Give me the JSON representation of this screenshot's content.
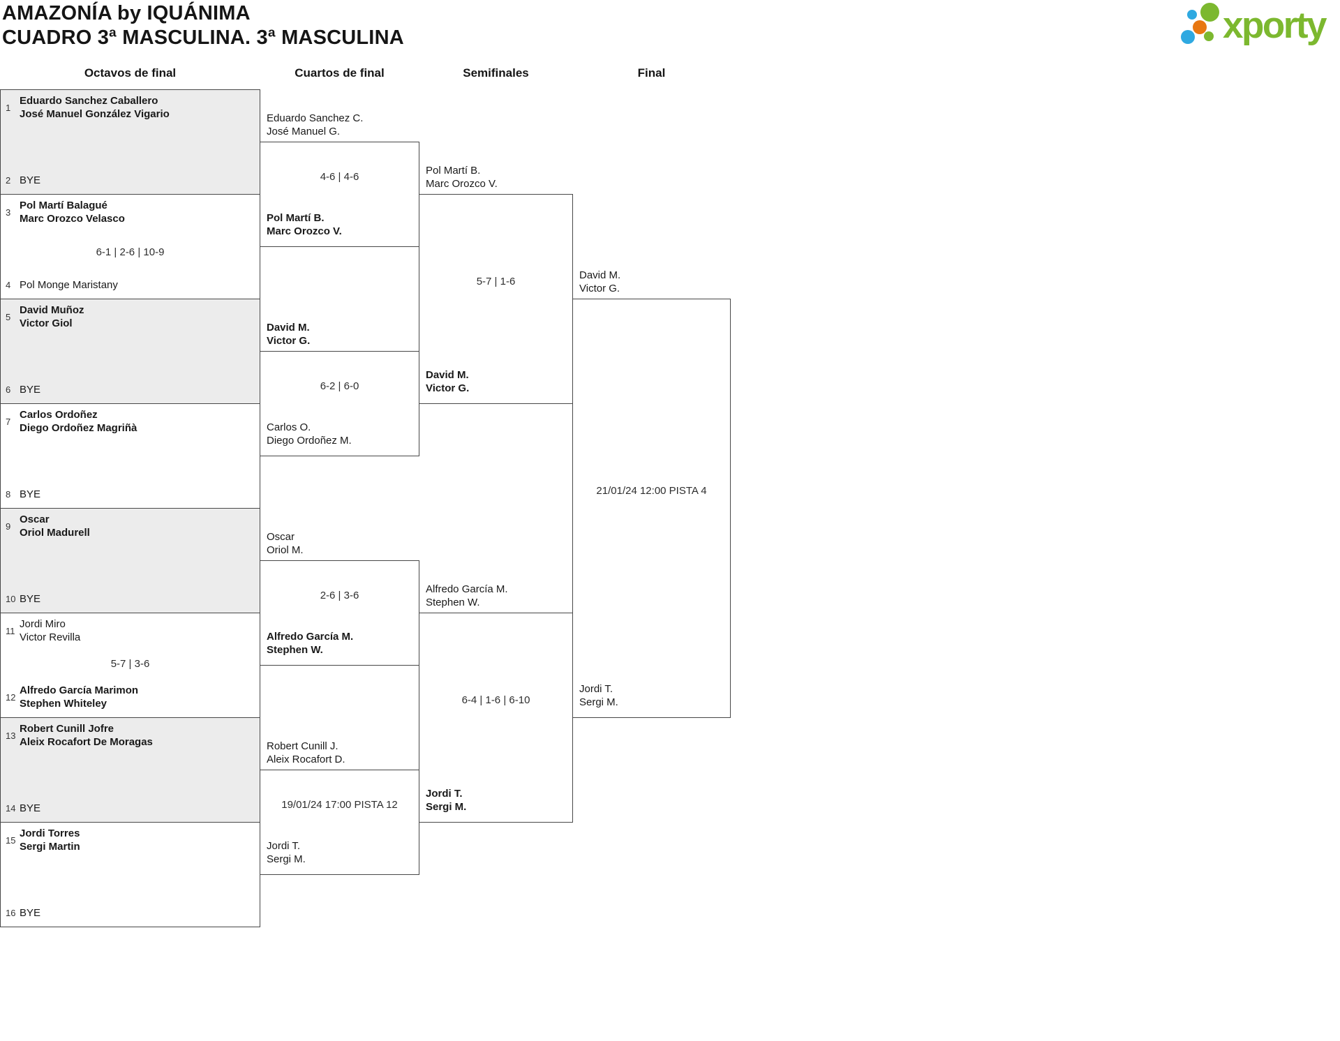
{
  "brand": {
    "logo_text": "xporty",
    "green": "#7cb82f",
    "blue": "#2fa9e1",
    "orange": "#e87711"
  },
  "header": {
    "title_line1": "AMAZONÍA by IQUÁNIMA",
    "title_line2": "CUADRO 3ª MASCULINA. 3ª MASCULINA"
  },
  "round_headers": [
    {
      "label": "Octavos de final"
    },
    {
      "label": "Cuartos de final"
    },
    {
      "label": "Semifinales"
    },
    {
      "label": "Final"
    }
  ],
  "round_of_16": [
    {
      "seed_a": "1",
      "team_a": [
        "Eduardo Sanchez Caballero",
        "José Manuel González Vigario"
      ],
      "center": "",
      "seed_b": "2",
      "team_b": [
        "BYE"
      ],
      "winner": "a"
    },
    {
      "seed_a": "3",
      "team_a": [
        "Pol Martí Balagué",
        "Marc Orozco Velasco"
      ],
      "center": "6-1 | 2-6 | 10-9",
      "seed_b": "4",
      "team_b": [
        "Pol Monge Maristany"
      ],
      "winner": "a"
    },
    {
      "seed_a": "5",
      "team_a": [
        "David Muñoz",
        "Victor Giol"
      ],
      "center": "",
      "seed_b": "6",
      "team_b": [
        "BYE"
      ],
      "winner": "a"
    },
    {
      "seed_a": "7",
      "team_a": [
        "Carlos Ordoñez",
        "Diego Ordoñez Magriñà"
      ],
      "center": "",
      "seed_b": "8",
      "team_b": [
        "BYE"
      ],
      "winner": "a"
    },
    {
      "seed_a": "9",
      "team_a": [
        "Oscar",
        "Oriol Madurell"
      ],
      "center": "",
      "seed_b": "10",
      "team_b": [
        "BYE"
      ],
      "winner": "a"
    },
    {
      "seed_a": "11",
      "team_a": [
        "Jordi Miro",
        "Victor Revilla"
      ],
      "center": "5-7 | 3-6",
      "seed_b": "12",
      "team_b": [
        "Alfredo García Marimon",
        "Stephen Whiteley"
      ],
      "winner": "b"
    },
    {
      "seed_a": "13",
      "team_a": [
        "Robert Cunill Jofre",
        "Aleix Rocafort De Moragas"
      ],
      "center": "",
      "seed_b": "14",
      "team_b": [
        "BYE"
      ],
      "winner": "a"
    },
    {
      "seed_a": "15",
      "team_a": [
        "Jordi Torres",
        "Sergi Martin"
      ],
      "center": "",
      "seed_b": "16",
      "team_b": [
        "BYE"
      ],
      "winner": "a"
    }
  ],
  "quarterfinals": [
    {
      "team_a": [
        "Eduardo Sanchez C.",
        "José Manuel G."
      ],
      "center": "4-6 | 4-6",
      "team_b": [
        "Pol Martí B.",
        "Marc Orozco V."
      ],
      "winner": "b"
    },
    {
      "team_a": [
        "David M.",
        "Victor G."
      ],
      "center": "6-2 | 6-0",
      "team_b": [
        "Carlos O.",
        "Diego Ordoñez M."
      ],
      "winner": "a"
    },
    {
      "team_a": [
        "Oscar",
        "Oriol M."
      ],
      "center": "2-6 | 3-6",
      "team_b": [
        "Alfredo García M.",
        "Stephen W."
      ],
      "winner": "b"
    },
    {
      "team_a": [
        "Robert Cunill J.",
        "Aleix Rocafort D."
      ],
      "center": "19/01/24 17:00 PISTA 12",
      "team_b": [
        "Jordi T.",
        "Sergi M."
      ],
      "winner": null
    }
  ],
  "semifinals": [
    {
      "team_a": [
        "Pol Martí B.",
        "Marc Orozco V."
      ],
      "center": "5-7 | 1-6",
      "team_b": [
        "David M.",
        "Victor G."
      ],
      "winner": "b"
    },
    {
      "team_a": [
        "Alfredo García M.",
        "Stephen W."
      ],
      "center": "6-4 | 1-6 | 6-10",
      "team_b": [
        "Jordi T.",
        "Sergi M."
      ],
      "winner": "b"
    }
  ],
  "final": {
    "team_a": [
      "David M.",
      "Victor G."
    ],
    "center": "21/01/24 12:00 PISTA 4",
    "team_b": [
      "Jordi T.",
      "Sergi M."
    ],
    "winner": null
  }
}
